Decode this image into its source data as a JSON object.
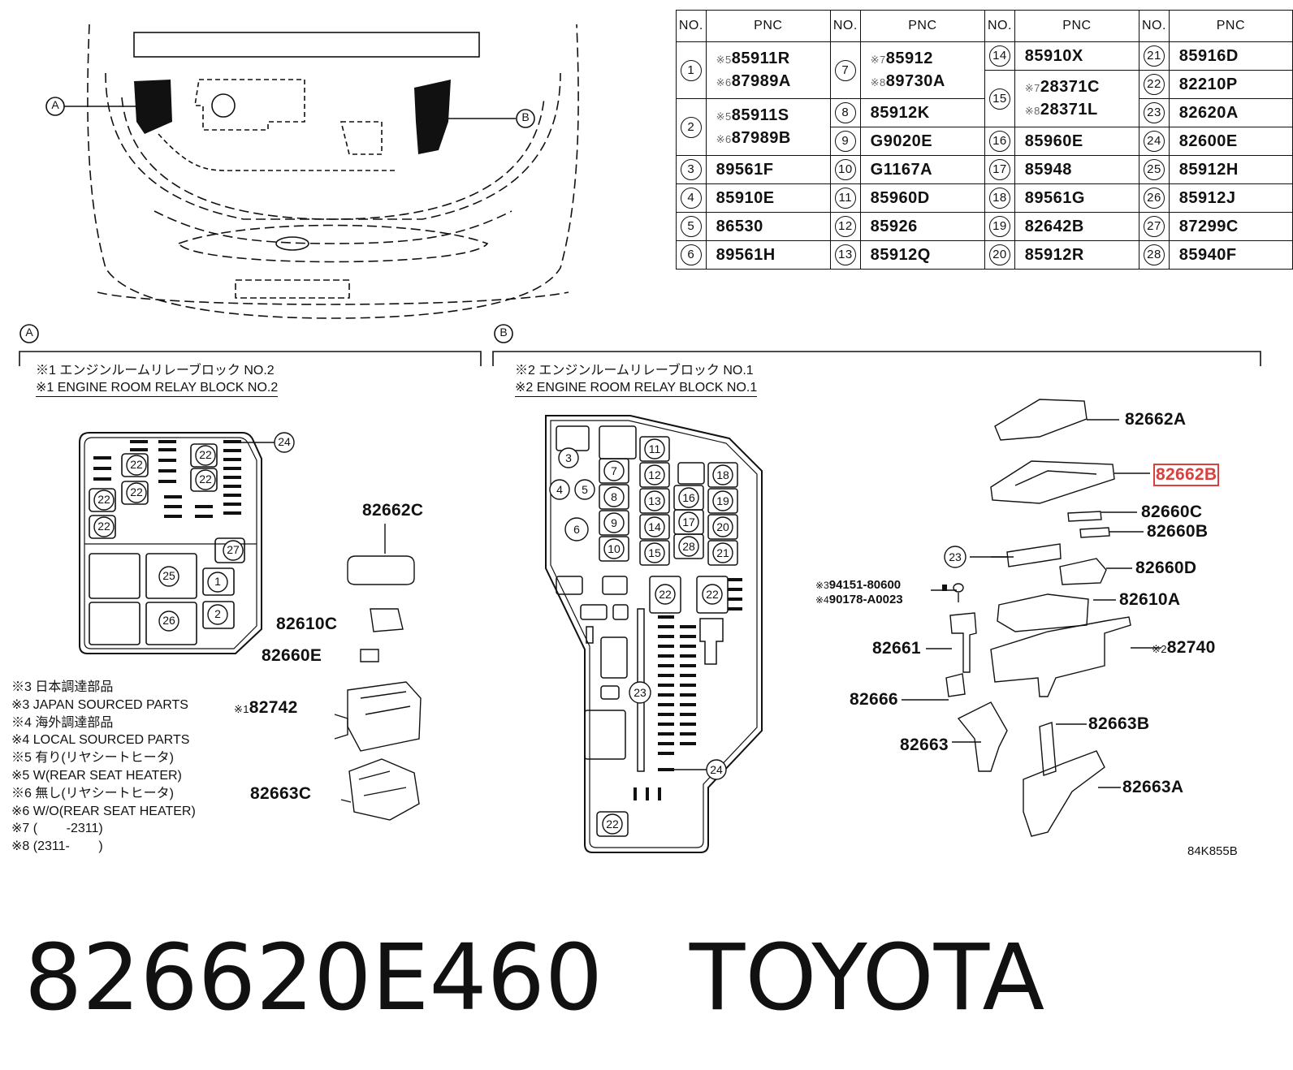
{
  "table": {
    "headers": [
      "NO.",
      "PNC",
      "NO.",
      "PNC",
      "NO.",
      "PNC",
      "NO.",
      "PNC"
    ],
    "col1": [
      {
        "no": "1",
        "entries": [
          {
            "note": "※5",
            "pnc": "85911R"
          },
          {
            "note": "※6",
            "pnc": "87989A"
          }
        ]
      },
      {
        "no": "2",
        "entries": [
          {
            "note": "※5",
            "pnc": "85911S"
          },
          {
            "note": "※6",
            "pnc": "87989B"
          }
        ]
      },
      {
        "no": "3",
        "pnc": "89561F"
      },
      {
        "no": "4",
        "pnc": "85910E"
      },
      {
        "no": "5",
        "pnc": "86530"
      },
      {
        "no": "6",
        "pnc": "89561H"
      }
    ],
    "col2": [
      {
        "no": "7",
        "entries": [
          {
            "note": "※7",
            "pnc": "85912"
          },
          {
            "note": "※8",
            "pnc": "89730A"
          }
        ]
      },
      {
        "no": "8",
        "pnc": "85912K"
      },
      {
        "no": "9",
        "pnc": "G9020E"
      },
      {
        "no": "10",
        "pnc": "G1167A"
      },
      {
        "no": "11",
        "pnc": "85960D"
      },
      {
        "no": "12",
        "pnc": "85926"
      },
      {
        "no": "13",
        "pnc": "85912Q"
      }
    ],
    "col3": [
      {
        "no": "14",
        "pnc": "85910X"
      },
      {
        "no": "15",
        "entries": [
          {
            "note": "※7",
            "pnc": "28371C"
          },
          {
            "note": "※8",
            "pnc": "28371L"
          }
        ]
      },
      {
        "no": "16",
        "pnc": "85960E"
      },
      {
        "no": "17",
        "pnc": "85948"
      },
      {
        "no": "18",
        "pnc": "89561G"
      },
      {
        "no": "19",
        "pnc": "82642B"
      },
      {
        "no": "20",
        "pnc": "85912R"
      }
    ],
    "col4": [
      {
        "no": "21",
        "pnc": "85916D"
      },
      {
        "no": "22",
        "pnc": "82210P"
      },
      {
        "no": "23",
        "pnc": "82620A"
      },
      {
        "no": "24",
        "pnc": "82600E"
      },
      {
        "no": "25",
        "pnc": "85912H"
      },
      {
        "no": "26",
        "pnc": "85912J"
      },
      {
        "no": "27",
        "pnc": "87299C"
      },
      {
        "no": "28",
        "pnc": "85940F"
      }
    ]
  },
  "car_view": {
    "marker_a": "A",
    "marker_b": "B"
  },
  "section_a": {
    "marker": "A",
    "title_jp": "※1 エンジンルームリレーブロック NO.2",
    "title_en": "※1 ENGINE ROOM RELAY BLOCK NO.2",
    "block_labels": [
      "22",
      "22",
      "22",
      "22",
      "22",
      "22",
      "24",
      "27",
      "25",
      "1",
      "26",
      "2"
    ],
    "parts": [
      "82662C",
      "82610C",
      "82660E",
      "82742",
      "82663C"
    ],
    "part_note_82742": "※1"
  },
  "section_b": {
    "marker": "B",
    "title_jp": "※2 エンジンルームリレーブロック NO.1",
    "title_en": "※2 ENGINE ROOM RELAY BLOCK NO.1",
    "block_labels": [
      "3",
      "4",
      "5",
      "6",
      "7",
      "8",
      "9",
      "10",
      "11",
      "12",
      "13",
      "14",
      "15",
      "16",
      "17",
      "28",
      "18",
      "19",
      "20",
      "21",
      "22",
      "22",
      "23",
      "24",
      "22"
    ],
    "parts": [
      "82662A",
      "82662B",
      "82660C",
      "82660B",
      "82660D",
      "82610A",
      "82740",
      "82661",
      "82666",
      "82663",
      "82663B",
      "82663A"
    ],
    "callout_23": "23",
    "part_note_82740": "※2",
    "bolts": [
      {
        "note": "※3",
        "pnc": "94151-80600"
      },
      {
        "note": "※4",
        "pnc": "90178-A0023"
      }
    ],
    "highlighted_part": "82662B"
  },
  "notes": [
    "※3 日本調達部品",
    "※3 JAPAN SOURCED PARTS",
    "※4 海外調達部品",
    "※4 LOCAL SOURCED PARTS",
    "※5 有り(リヤシートヒータ)",
    "※5 W(REAR SEAT HEATER)",
    "※6 無し(リヤシートヒータ)",
    "※6 W/O(REAR SEAT HEATER)",
    "※7 (        -2311)",
    "※8 (2311-        )"
  ],
  "figure_code": "84K855B",
  "footer": {
    "part_number": "826620E460",
    "brand": "TOYOTA"
  },
  "colors": {
    "line": "#111111",
    "highlight": "#d9413f",
    "background": "#ffffff"
  }
}
